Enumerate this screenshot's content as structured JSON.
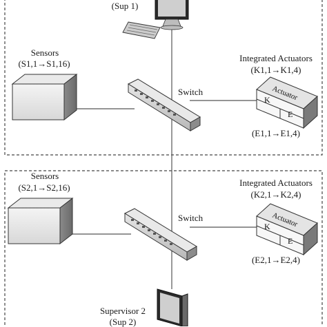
{
  "top_zone": {
    "supervisor_id": "(Sup 1)",
    "sensors_label": "Sensors",
    "sensors_range": "(S1,1→S1,16)",
    "switch_label": "Switch",
    "actuators_label": "Integrated Actuators",
    "actuators_k_range": "(K1,1→K1,4)",
    "actuators_e_range": "(E1,1→E1,4)",
    "actuator_box_label": "Actuator",
    "k_label": "K",
    "e_label": "E"
  },
  "bottom_zone": {
    "sensors_label": "Sensors",
    "sensors_range": "(S2,1→S2,16)",
    "switch_label": "Switch",
    "actuators_label": "Integrated Actuators",
    "actuators_k_range": "(K2,1→K2,4)",
    "actuators_e_range": "(E2,1→E2,4)",
    "actuator_box_label": "Actuator",
    "k_label": "K",
    "e_label": "E",
    "supervisor_label": "Supervisor 2",
    "supervisor_id": "(Sup 2)"
  }
}
